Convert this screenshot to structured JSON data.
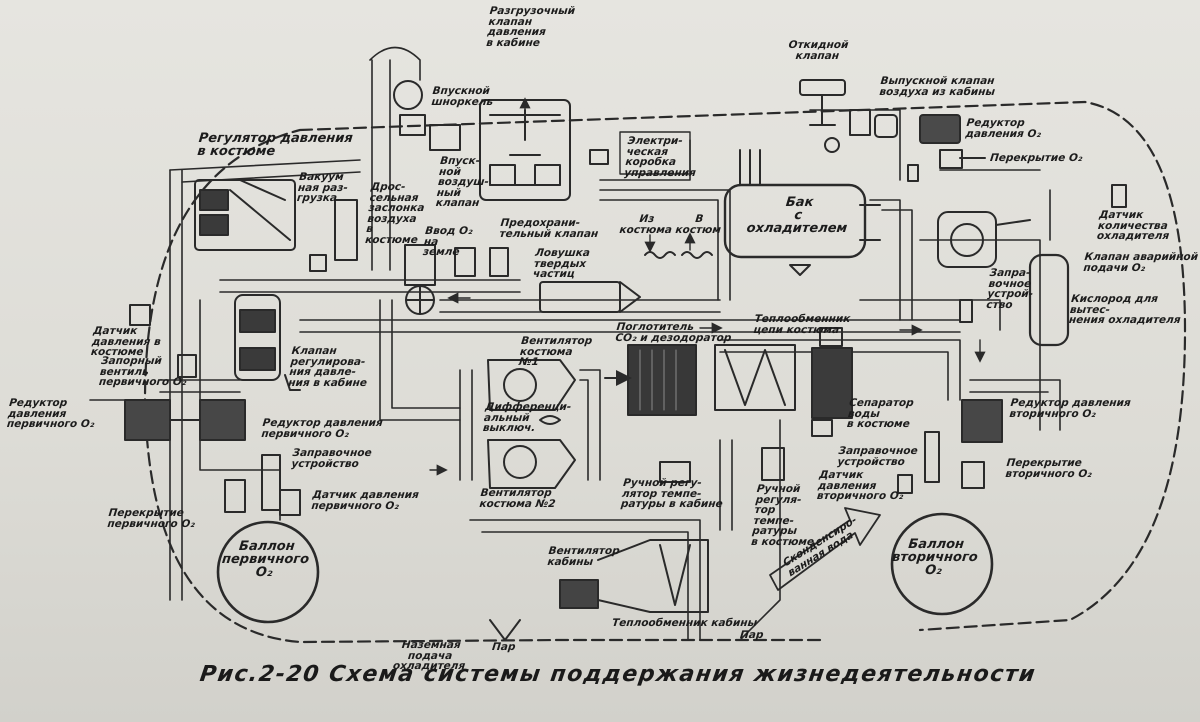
{
  "caption": "Рис.2-20 Схема системы поддержания жизнедеятельности",
  "labels": {
    "relief_valve": "Разгрузочный\nклапан\nдавления\nв кабине",
    "inlet_snorkel": "Впускной\nшноркель",
    "suit_pressure_regulator": "Регулятор давления\nв костюме",
    "vacuum_breaker": "Вакуум\nная раз-\nгрузка",
    "throttle_air_suit": "Дрос-\nсельная\nзаслонка\nвоздуха\nв\nкостюме",
    "inlet_air_valve": "Впуск-\nной\nвоздуш-\nный\nклапан",
    "ground_o2_inlet": "Ввод O₂\nна\nземле",
    "safety_valve": "Предохрани-\nтельный клапан",
    "electric_box": "Электри-\nческая\nкоробка\nуправления",
    "from_suit": "Из\nкостюма",
    "to_suit": "В\nкостюм",
    "solids_trap": "Ловушка\nтвердых\nчастиц",
    "coolant_tank": "Бак\nс\nохладителем",
    "dump_valve": "Откидной\nклапан",
    "cabin_outflow_valve": "Выпускной клапан\nвоздуха из кабины",
    "o2_pressure_reducer_top": "Редуктор\nдавления O₂",
    "o2_shutoff_top": "Перекрытие O₂",
    "coolant_qty_sensor": "Датчик\nколичества\nохладителя",
    "emergency_o2_valve": "Клапан аварийной\nподачи O₂",
    "fill_device_right": "Запра-\nвочное\nустрой-\nство",
    "o2_coolant_displacement": "Кислород для вытес-\nнения охладителя",
    "suit_pressure_sensor": "Датчик\nдавления в\nкостюме",
    "primary_shutoff_valve": "Запорный\nвентиль\nпервичного O₂",
    "primary_reducer_left": "Редуктор\nдавления\nпервичного O₂",
    "cabin_pressure_reg_valve": "Клапан\nрегулирова-\nния давле-\nния в кабине",
    "primary_reducer_mid": "Редуктор давления\nпервичного O₂",
    "fill_device_left": "Заправочное\nустройство",
    "primary_pressure_sensor": "Датчик давления\nпервичного O₂",
    "primary_shutoff": "Перекрытие\nпервичного O₂",
    "primary_tank": "Баллон\nпервичного\nO₂",
    "suit_fan_1": "Вентилятор\nкостюма\n№1",
    "diff_pressure_switch": "Дифференци-\nальный\nвыключ.",
    "suit_fan_2": "Вентилятор\nкостюма №2",
    "co2_absorber": "Поглотитель\nCO₂ и дезодоратор",
    "suit_heat_exchanger": "Теплообменник\nцепи костюма",
    "water_separator": "Сепаратор\nводы\nв костюме",
    "secondary_reducer": "Редуктор давления\nвторичного O₂",
    "fill_device_secondary": "Заправочное\nустройство",
    "secondary_shutoff": "Перекрытие\nвторичного O₂",
    "secondary_pressure_sensor": "Датчик\nдавления\nвторичного O₂",
    "manual_temp_cabin": "Ручной регу-\nлятор темпе-\nратуры в кабине",
    "manual_temp_suit": "Ручной\nрегуля-\nтор\nтемпе-\nратуры\nв костюме",
    "condensed_water": "Сконденсиро-\nванная вода",
    "secondary_tank": "Баллон\nвторичного\nO₂",
    "cabin_fan": "Вентилятор\nкабины",
    "cabin_heat_exchanger": "Теплообменник кабины",
    "ground_coolant": "Наземная\nподача\nохладителя",
    "steam_left": "Пар",
    "steam_right": "Пар"
  }
}
